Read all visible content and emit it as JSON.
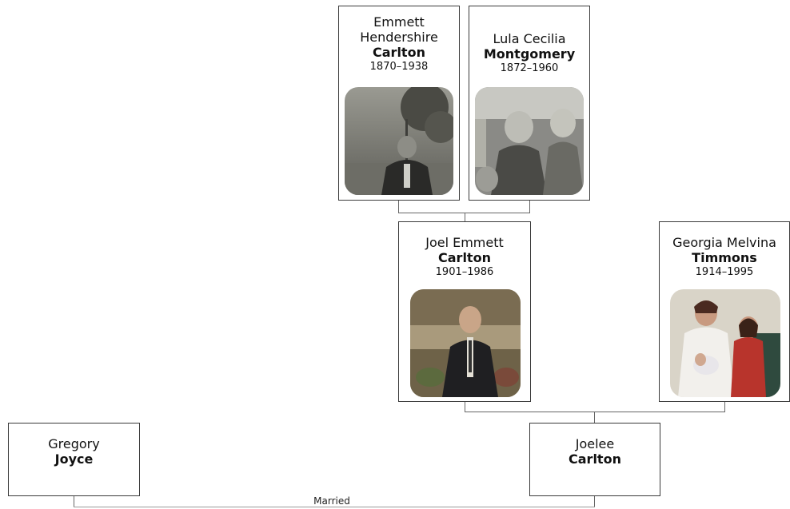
{
  "people": [
    {
      "given": "Emmett Hendershire",
      "surname": "Carlton",
      "dates": "1870–1938",
      "photo": "black-and-white photo of man in suit"
    },
    {
      "given": "Lula Cecilia",
      "surname": "Montgomery",
      "dates": "1872–1960",
      "photo": "group photo of older women"
    },
    {
      "given": "Joel Emmett",
      "surname": "Carlton",
      "dates": "1901–1986",
      "photo": "color photo of man in dark suit"
    },
    {
      "given": "Georgia Melvina",
      "surname": "Timmons",
      "dates": "1914–1995",
      "photo": "color photo of woman with children"
    },
    {
      "given": "Gregory",
      "surname": "Joyce"
    },
    {
      "given": "Joelee",
      "surname": "Carlton"
    }
  ],
  "relationship_label": "Married"
}
